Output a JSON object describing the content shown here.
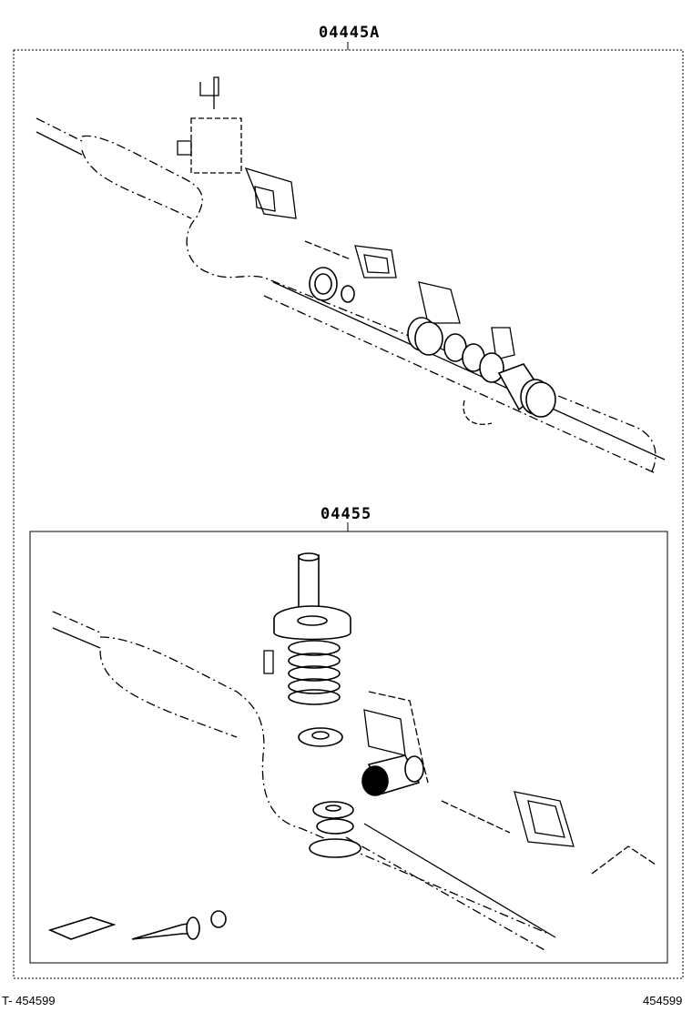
{
  "groups": {
    "outer": {
      "part_number": "04445A"
    },
    "inner": {
      "part_number": "04455"
    }
  },
  "footer": {
    "left_code": "T- 454599",
    "right_code": "454599"
  },
  "colors": {
    "line": "#000000",
    "background": "#ffffff"
  }
}
